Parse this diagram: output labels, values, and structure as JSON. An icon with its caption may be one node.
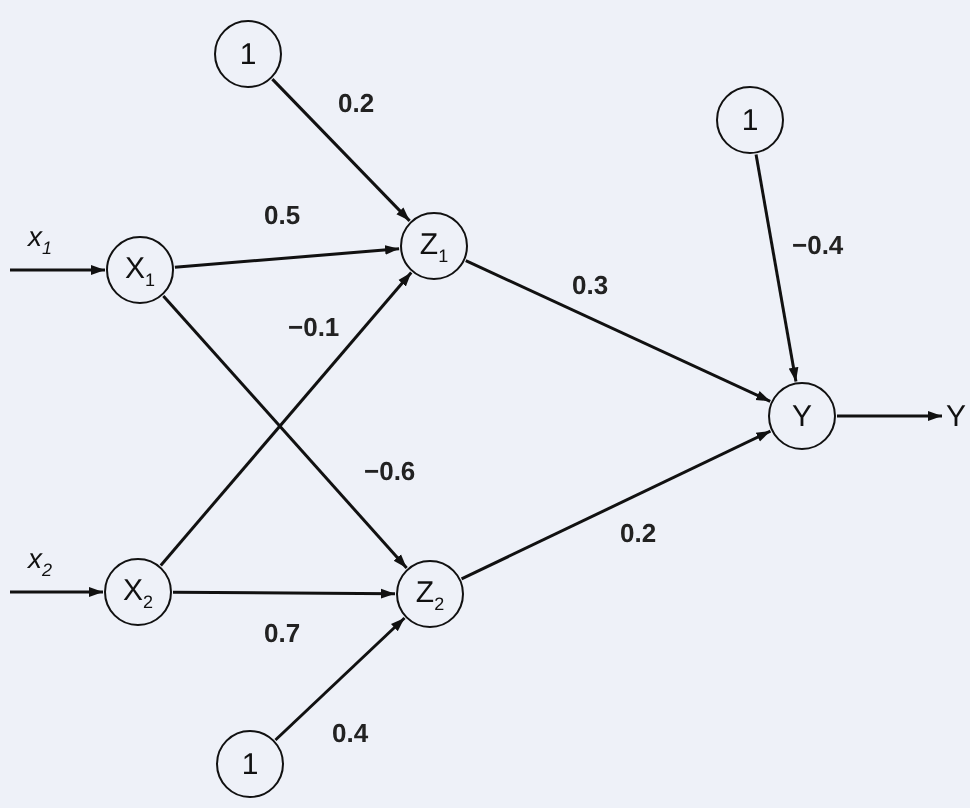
{
  "diagram": {
    "nodes": [
      {
        "text": [
          "1"
        ]
      },
      {
        "text": [
          "X$_{1}$"
        ]
      },
      {
        "text": [
          "Z$_{1}$"
        ]
      },
      {
        "text": [
          "1"
        ]
      },
      {
        "text": [
          "Y"
        ]
      },
      {
        "text": [
          "Y"
        ]
      },
      {
        "text": [
          "X$_{2}$"
        ]
      },
      {
        "text": [
          "Z$_{2}$"
        ]
      },
      {
        "text": [
          "1"
        ]
      }
    ],
    "edges": [
      {
        "from": null,
        "to": 1,
        "arrow": "to"
      },
      {
        "from": null,
        "to": 6,
        "arrow": "to"
      },
      {
        "from": 0,
        "to": 2,
        "arrow": "to",
        "label": "0.2"
      },
      {
        "from": 1,
        "to": 2,
        "arrow": "to",
        "label": "0.5"
      },
      {
        "from": 1,
        "to": 7,
        "arrow": "to",
        "label": "−0.6"
      },
      {
        "from": 6,
        "to": 2,
        "arrow": "to",
        "label": "−0.1"
      },
      {
        "from": 6,
        "to": 7,
        "arrow": "to",
        "label": "0.7"
      },
      {
        "from": 8,
        "to": 7,
        "arrow": "to",
        "label": "0.4"
      },
      {
        "from": 2,
        "to": 4,
        "arrow": "to",
        "label": "0.3"
      },
      {
        "from": 7,
        "to": 4,
        "arrow": "to",
        "label": "0.2"
      },
      {
        "from": 3,
        "to": 4,
        "arrow": "to",
        "label": "−0.4"
      },
      {
        "from": 4,
        "to": 5,
        "arrow": "to"
      }
    ],
    "labels": [
      "x$_{1}$",
      "x$_{2}$"
    ]
  }
}
